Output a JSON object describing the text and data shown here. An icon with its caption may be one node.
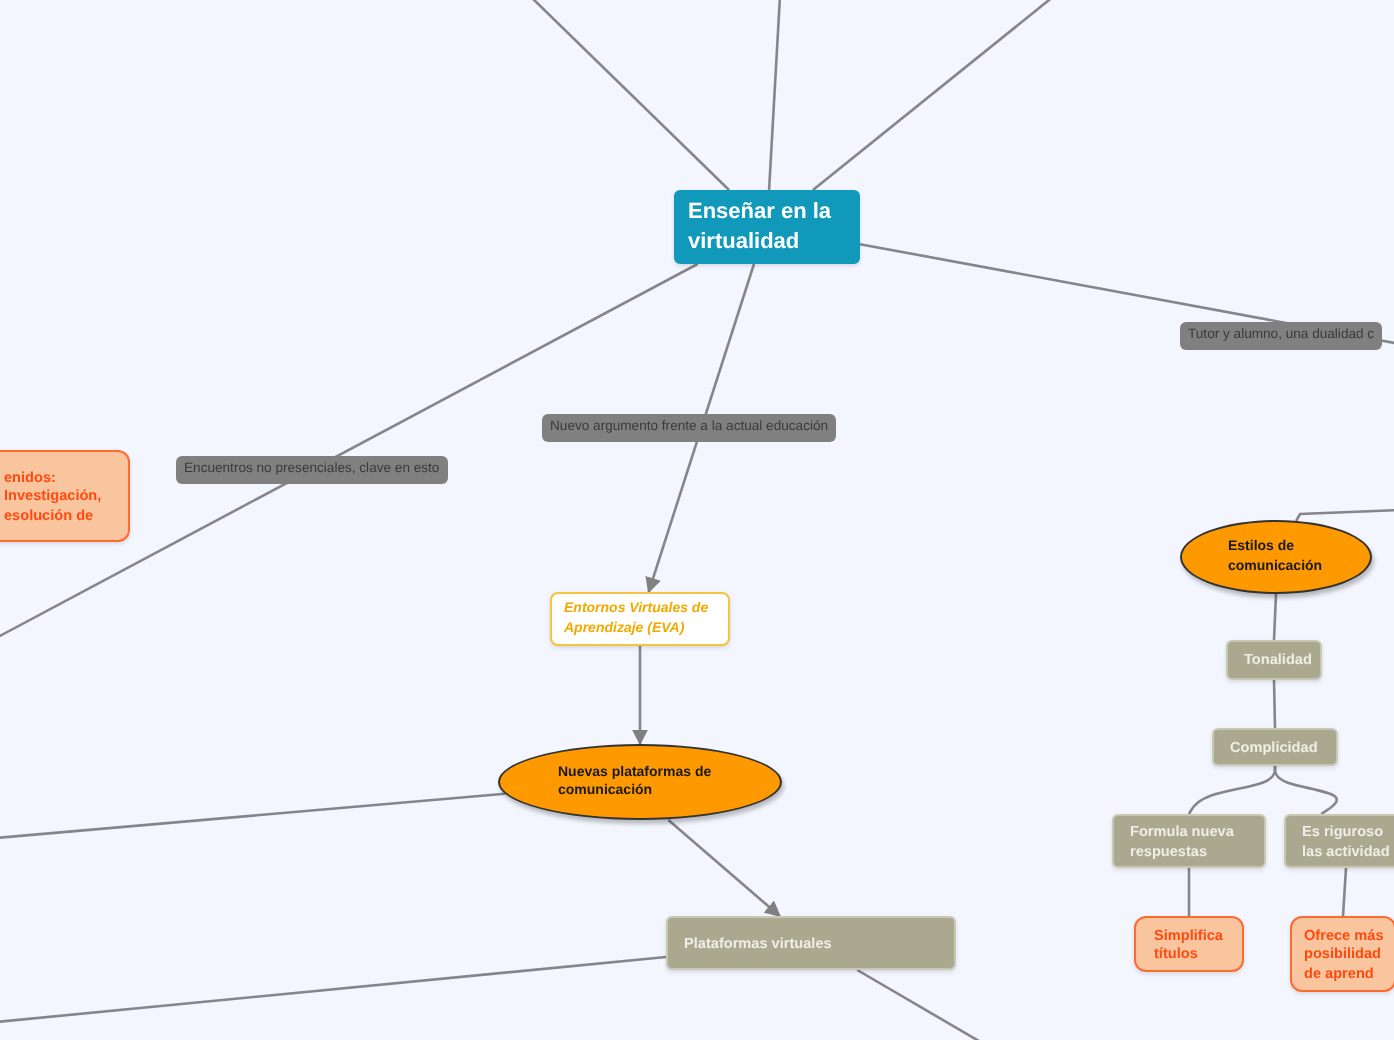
{
  "diagram": {
    "nodes": [
      {
        "text": [
          "Enseñar en la virtualidad"
        ]
      },
      {
        "text": [
          "enidos: Investigación, esolución de"
        ]
      },
      {
        "text": [
          "Entornos Virtuales de Aprendizaje (EVA)"
        ]
      },
      {
        "text": [
          "Nuevas plataformas de comunicación"
        ]
      },
      {
        "text": [
          "Plataformas virtuales"
        ]
      },
      {
        "text": [
          "Estilos de comunicación"
        ]
      },
      {
        "text": [
          "Tonalidad"
        ]
      },
      {
        "text": [
          "Complicidad"
        ]
      },
      {
        "text": [
          "Formula nueva respuestas"
        ]
      },
      {
        "text": [
          "Es riguroso las actividad"
        ]
      },
      {
        "text": [
          "Simplifica títulos"
        ]
      },
      {
        "text": [
          "Ofrece más posibilidad de aprend"
        ]
      }
    ],
    "edges": [
      {
        "from": 0,
        "to": null,
        "arrow": "none"
      },
      {
        "from": 0,
        "to": null,
        "arrow": "none"
      },
      {
        "from": 0,
        "to": null,
        "arrow": "none"
      },
      {
        "from": 0,
        "to": null,
        "arrow": "none",
        "label": "Encuentros no presenciales, clave en esto"
      },
      {
        "from": 0,
        "to": 2,
        "arrow": "to",
        "label": "Nuevo argumento frente a la actual educación"
      },
      {
        "from": 0,
        "to": null,
        "arrow": "none",
        "label": "Tutor y alumno, una dualidad c"
      },
      {
        "from": 2,
        "to": 3,
        "arrow": "to"
      },
      {
        "from": 3,
        "to": null,
        "arrow": "none"
      },
      {
        "from": 3,
        "to": 4,
        "arrow": "to"
      },
      {
        "from": 4,
        "to": null,
        "arrow": "none"
      },
      {
        "from": 4,
        "to": null,
        "arrow": "none"
      },
      {
        "from": null,
        "to": 5,
        "arrow": "none"
      },
      {
        "from": 5,
        "to": 6,
        "arrow": "none"
      },
      {
        "from": 6,
        "to": 7,
        "arrow": "none"
      },
      {
        "from": 7,
        "to": 8,
        "arrow": "none"
      },
      {
        "from": 7,
        "to": 9,
        "arrow": "none"
      },
      {
        "from": 8,
        "to": 10,
        "arrow": "none"
      },
      {
        "from": 9,
        "to": 11,
        "arrow": "none"
      }
    ]
  }
}
